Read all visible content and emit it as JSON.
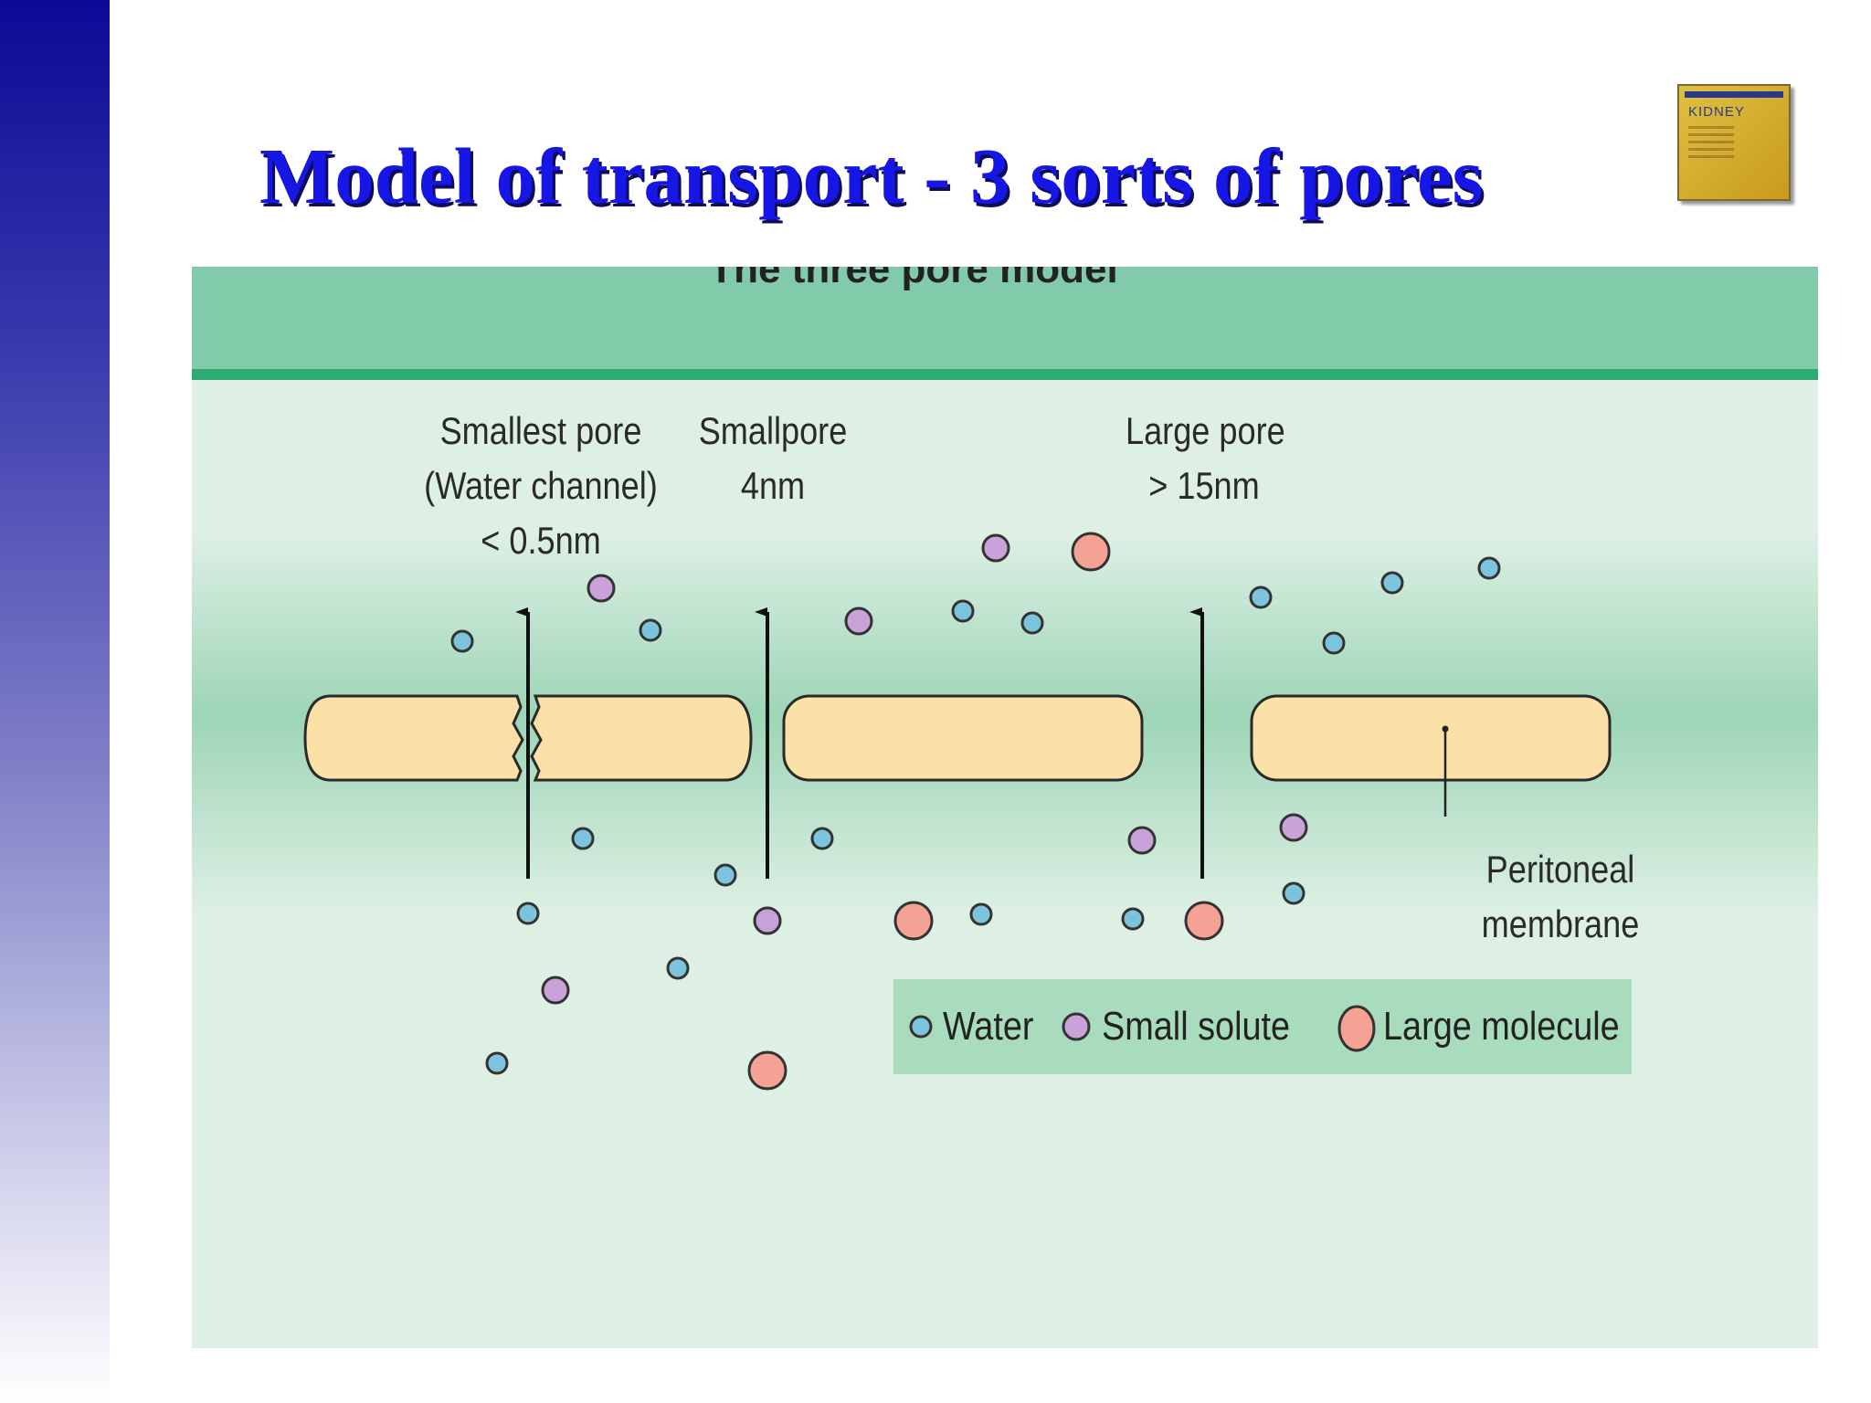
{
  "slide": {
    "title": "Model of transport - 3 sorts of pores"
  },
  "book_cover": {
    "title": "KIDNEY"
  },
  "figure": {
    "title": "The three pore model",
    "pores": [
      {
        "id": "smallest",
        "name": "Smallest pore",
        "detail": "(Water channel)",
        "size": "< 0.5nm"
      },
      {
        "id": "small",
        "name": "Smallpore",
        "size": "4nm"
      },
      {
        "id": "large",
        "name": "Large pore",
        "size": "> 15nm"
      }
    ],
    "membrane_label": [
      "Peritoneal",
      "membrane"
    ],
    "legend": [
      {
        "kind": "water",
        "label": "Water"
      },
      {
        "kind": "small",
        "label": "Small solute"
      },
      {
        "kind": "large",
        "label": "Large molecule"
      }
    ]
  },
  "colors": {
    "title_blue": "#1616e6",
    "water": "#7cc4dc",
    "small_solute": "#c8a2d8",
    "large_molecule": "#f4a294",
    "membrane": "#fbe0a8",
    "header_green": "#81cbab"
  }
}
